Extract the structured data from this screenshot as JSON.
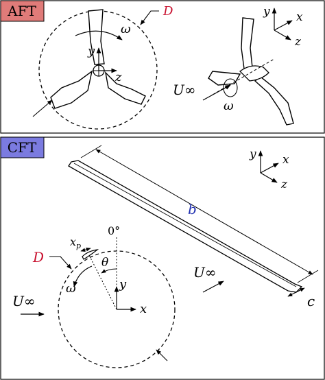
{
  "panels": {
    "aft": {
      "tag": "AFT",
      "tag_color": "#e07b79",
      "labels": {
        "D": "D",
        "omega_left": "ω",
        "y_hub": "y",
        "z_hub": "z",
        "U_inf": "U∞",
        "omega_right": "ω"
      },
      "axes": {
        "y": "y",
        "x": "x",
        "z": "z"
      }
    },
    "cft": {
      "tag": "CFT",
      "tag_color": "#7b7be0",
      "labels": {
        "b": "b",
        "c": "c",
        "zero_deg": "0°",
        "theta": "θ",
        "x_p": "x",
        "x_p_sub": "p",
        "D": "D",
        "omega": "ω",
        "U_inf": "U∞",
        "y_center": "y",
        "x_center": "x"
      },
      "axes": {
        "y": "y",
        "x": "x",
        "z": "z"
      }
    }
  },
  "colors": {
    "D_label": "#c8102e",
    "b_label": "#1f2fb0",
    "ink": "#000000"
  }
}
